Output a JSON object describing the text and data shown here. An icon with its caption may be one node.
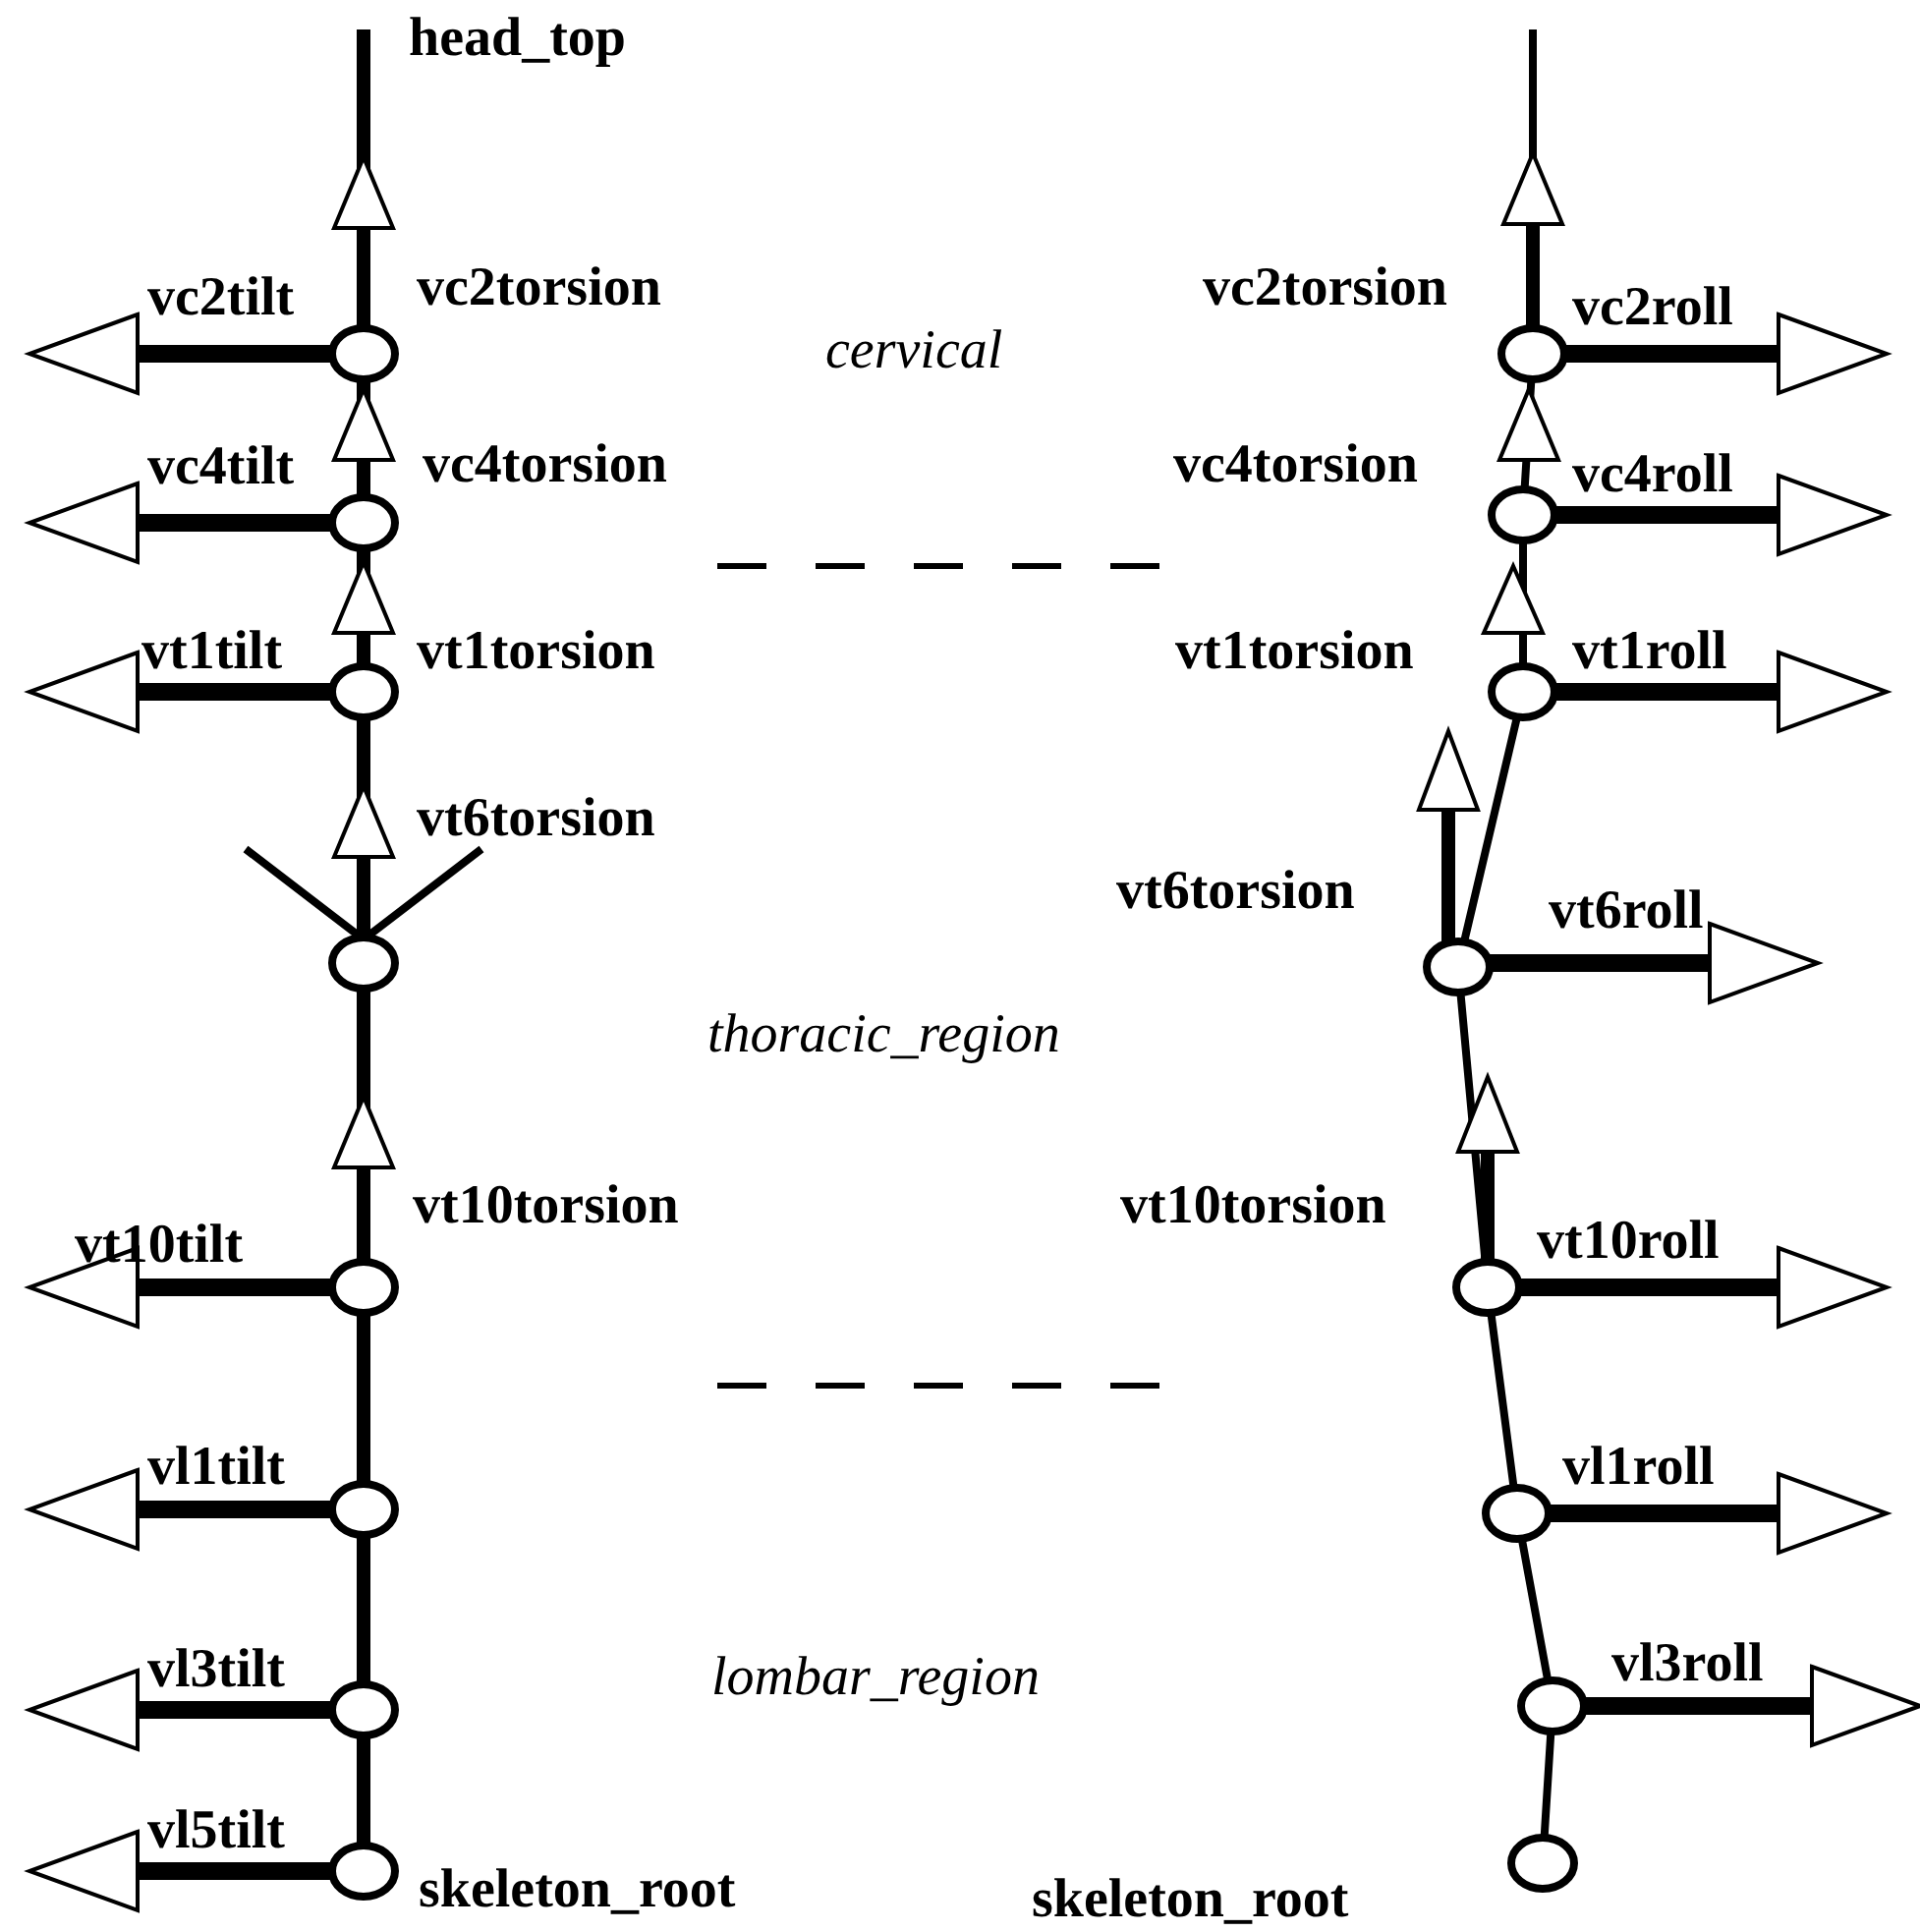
{
  "diagram": {
    "labels": [
      "head_top",
      "vc2tilt",
      "vc2torsion",
      "cervical",
      "vc2torsion",
      "vc2roll",
      "vc4tilt",
      "vc4torsion",
      "vc4torsion",
      "vc4roll",
      "vt1tilt",
      "vt1torsion",
      "vt1torsion",
      "vt1roll",
      "vt6torsion",
      "vt6torsion",
      "vt6roll",
      "thoracic_region",
      "vt10tilt",
      "vt10torsion",
      "vt10torsion",
      "vt10roll",
      "vl1tilt",
      "vl1roll",
      "vl3tilt",
      "lombar_region",
      "vl3roll",
      "vl5tilt",
      "skeleton_root",
      "skeleton_root"
    ]
  }
}
